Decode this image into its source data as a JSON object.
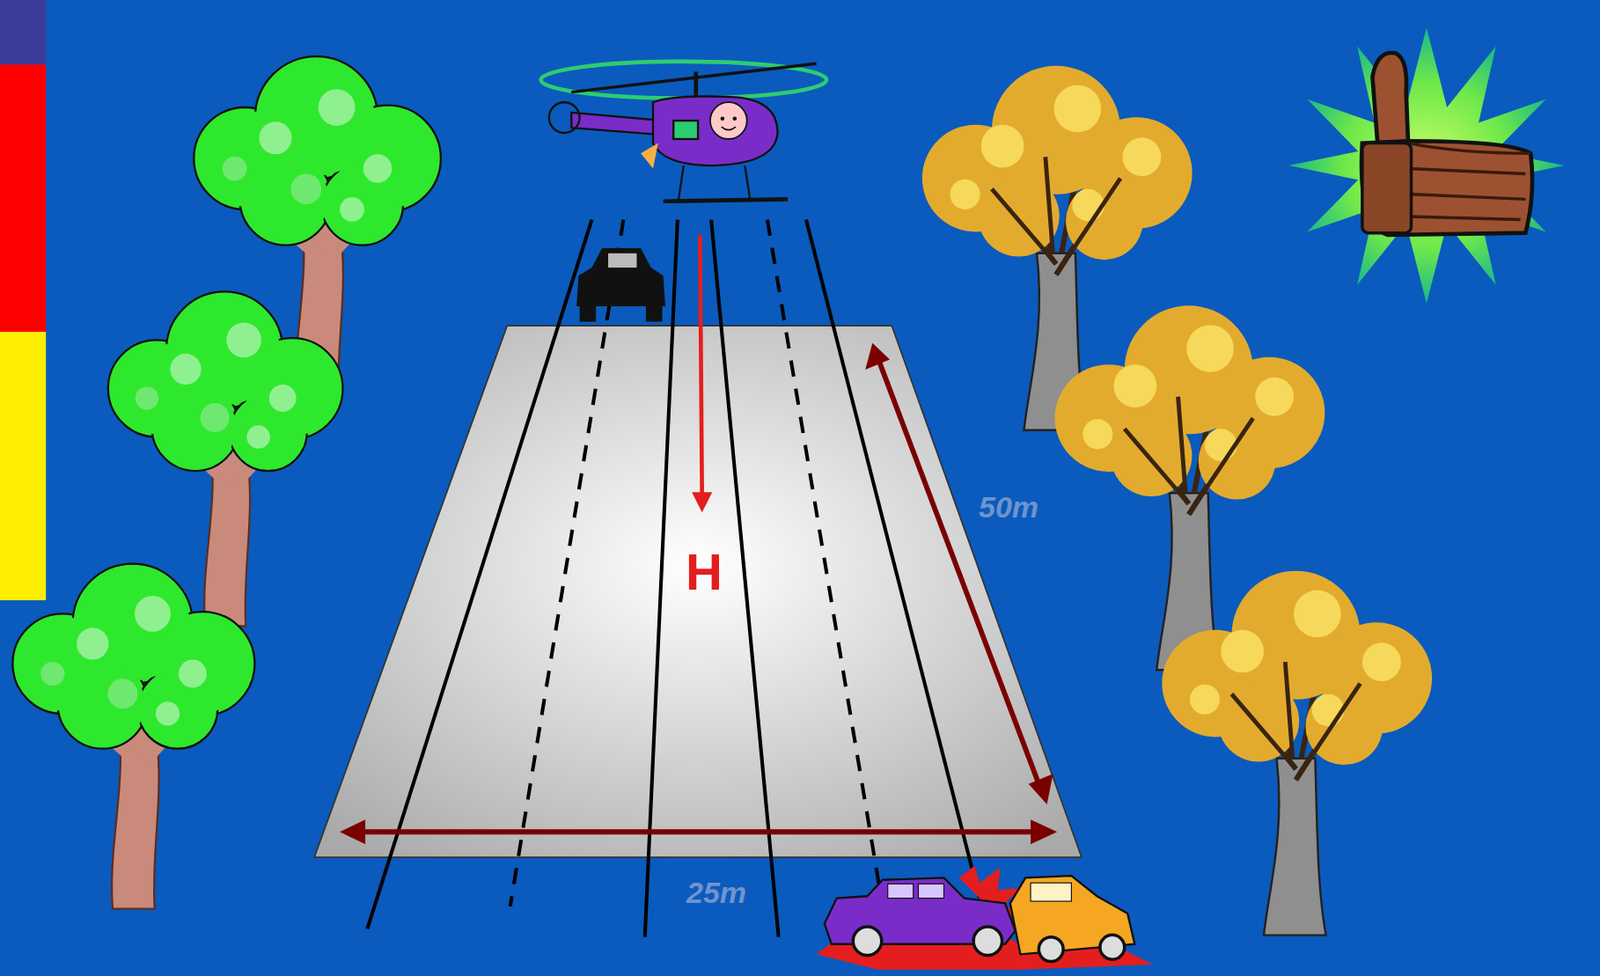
{
  "diagram": {
    "labels": [
      "H",
      "50m",
      "25m"
    ]
  }
}
